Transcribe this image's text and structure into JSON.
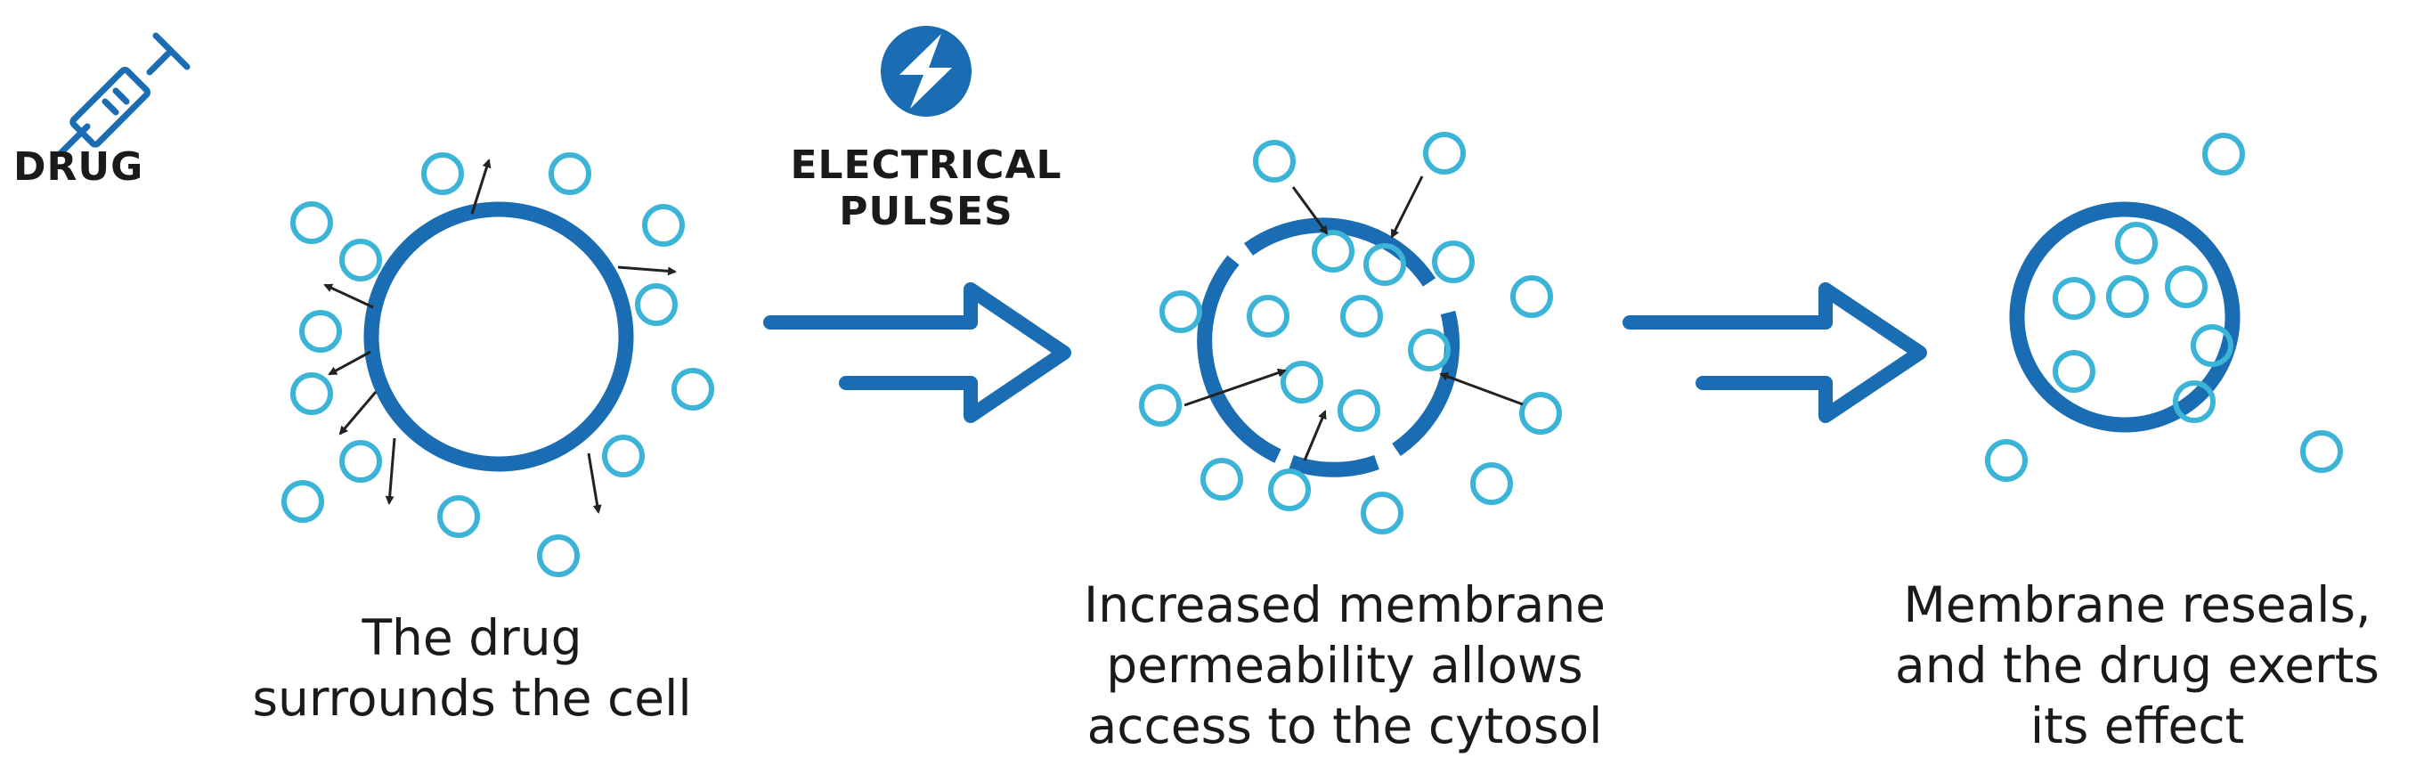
{
  "colors": {
    "primary_blue": "#1a6cb3",
    "particle_cyan": "#3cb4d8",
    "arrow_dark": "#222222",
    "text": "#1a1a1a"
  },
  "icons": {
    "syringe": "syringe-icon",
    "lightning": "lightning-bolt-icon"
  },
  "labels": {
    "drug": "DRUG",
    "electrical_line1": "ELECTRICAL",
    "electrical_line2": "PULSES"
  },
  "captions": {
    "step1": [
      "The drug",
      "surrounds the cell"
    ],
    "step2": [
      "Increased membrane",
      "permeability allows",
      "access to the cytosol"
    ],
    "step3": [
      "Membrane reseals,",
      "and the drug exerts",
      "its effect"
    ]
  }
}
